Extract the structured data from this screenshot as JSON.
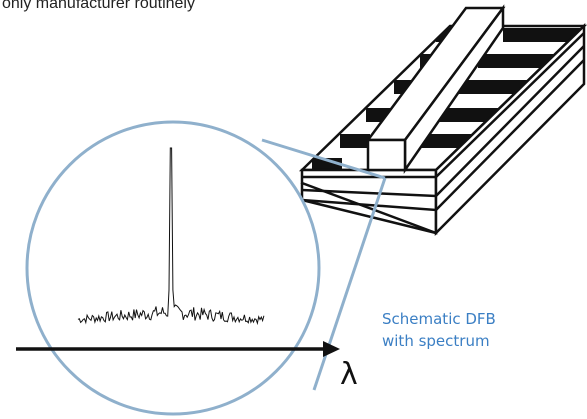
{
  "header": {
    "text": "only manufacturer routinely"
  },
  "caption": {
    "line1": "Schematic DFB",
    "line2": "with spectrum"
  },
  "axis": {
    "symbol": "λ"
  },
  "colors": {
    "caption": "#3b7fc4",
    "lens": "#8fb0cc",
    "outline": "#111111",
    "stripe": "#111111",
    "background": "#ffffff"
  },
  "icons": {
    "laser": "dfb-laser-chip-icon",
    "lens": "magnifier-circle-icon",
    "arrow": "axis-arrow-icon"
  }
}
